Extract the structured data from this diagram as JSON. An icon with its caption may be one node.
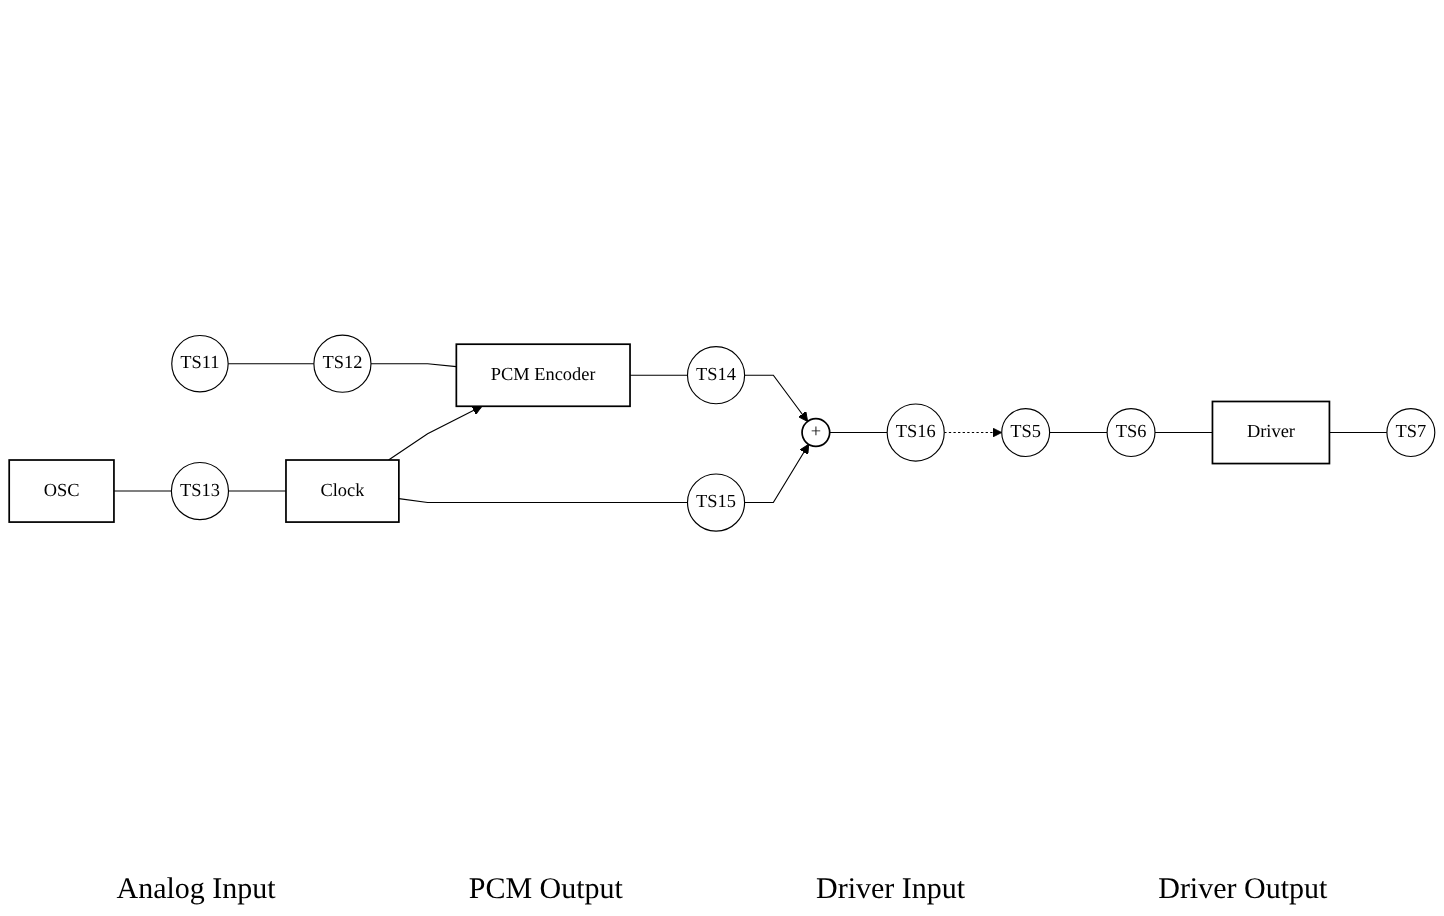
{
  "diagram": {
    "nodes": [
      {
        "text": [
          "TS11"
        ]
      },
      {
        "text": [
          "TS12"
        ]
      },
      {
        "text": [
          "PCM Encoder"
        ]
      },
      {
        "text": [
          "TS14"
        ]
      },
      {
        "text": [
          "+"
        ]
      },
      {
        "text": [
          "TS16"
        ]
      },
      {
        "text": [
          "OSC"
        ]
      },
      {
        "text": [
          "TS13"
        ]
      },
      {
        "text": [
          "Clock"
        ]
      },
      {
        "text": [
          "TS15"
        ]
      },
      {
        "text": [
          "TS5"
        ]
      },
      {
        "text": [
          "TS6"
        ]
      },
      {
        "text": [
          "Driver"
        ]
      },
      {
        "text": [
          "TS7"
        ]
      }
    ],
    "edges": [
      {
        "from": 0,
        "to": 1,
        "arrow": "none"
      },
      {
        "from": 1,
        "to": 2,
        "arrow": "none"
      },
      {
        "from": 2,
        "to": 3,
        "arrow": "none"
      },
      {
        "from": 3,
        "to": 4,
        "arrow": "to"
      },
      {
        "from": 4,
        "to": 5,
        "arrow": "none"
      },
      {
        "from": 6,
        "to": 7,
        "arrow": "none"
      },
      {
        "from": 7,
        "to": 8,
        "arrow": "none"
      },
      {
        "from": 8,
        "to": 2,
        "arrow": "to"
      },
      {
        "from": 8,
        "to": 9,
        "arrow": "none"
      },
      {
        "from": 9,
        "to": 4,
        "arrow": "to"
      },
      {
        "from": 5,
        "to": 10,
        "arrow": "to",
        "style": "dashed"
      },
      {
        "from": 10,
        "to": 11,
        "arrow": "none"
      },
      {
        "from": 11,
        "to": 12,
        "arrow": "none"
      },
      {
        "from": 12,
        "to": 13,
        "arrow": "none"
      }
    ],
    "labels": [
      "Analog Input",
      "PCM Output",
      "Driver Input",
      "Driver Output"
    ]
  }
}
